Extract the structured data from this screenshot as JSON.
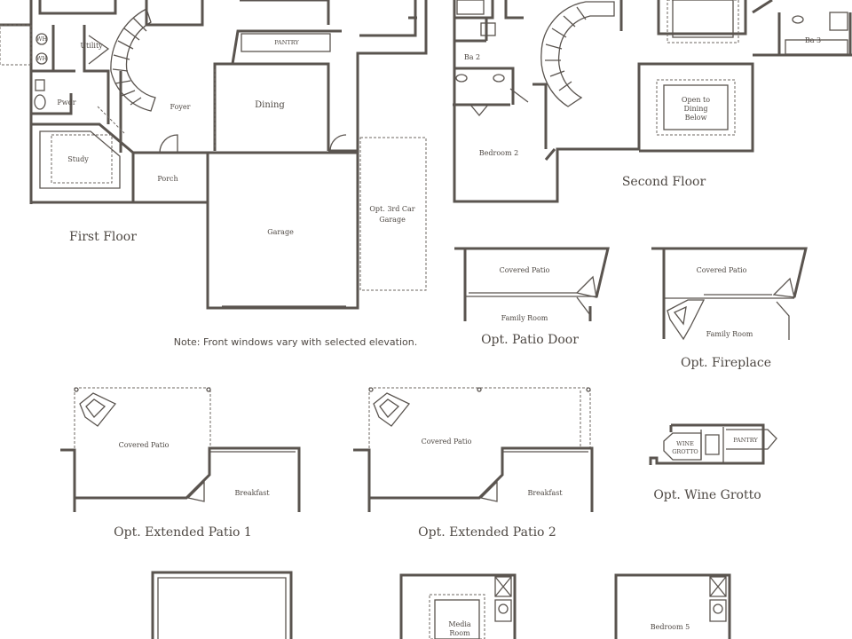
{
  "first_floor": {
    "caption": "First Floor",
    "rooms": {
      "utility": "Utility",
      "wh1": "WH",
      "wh2": "WH",
      "pwdr": "Pwdr",
      "foyer": "Foyer",
      "pantry": "PANTRY",
      "dining": "Dining",
      "study": "Study",
      "porch": "Porch",
      "garage": "Garage",
      "third_car_1": "Opt. 3rd Car",
      "third_car_2": "Garage"
    }
  },
  "second_floor": {
    "caption": "Second Floor",
    "rooms": {
      "ba2": "Ba 2",
      "ba3": "Ba 3",
      "bedroom2": "Bedroom 2",
      "open_1": "Open to",
      "open_2": "Dining",
      "open_3": "Below"
    }
  },
  "note": "Note: Front windows vary with selected elevation.",
  "options": {
    "patio_door": {
      "caption": "Opt. Patio Door",
      "covered_patio": "Covered Patio",
      "family_room": "Family Room"
    },
    "fireplace": {
      "caption": "Opt. Fireplace",
      "covered_patio": "Covered Patio",
      "family_room": "Family Room"
    },
    "extended_patio_1": {
      "caption": "Opt. Extended Patio 1",
      "covered_patio": "Covered Patio",
      "breakfast": "Breakfast"
    },
    "extended_patio_2": {
      "caption": "Opt. Extended Patio 2",
      "covered_patio": "Covered Patio",
      "breakfast": "Breakfast"
    },
    "wine_grotto": {
      "caption": "Opt. Wine Grotto",
      "wine_1": "WINE",
      "wine_2": "GROTTO",
      "pantry": "PANTRY"
    },
    "media_room": {
      "media_1": "Media",
      "media_2": "Room"
    },
    "bedroom5": {
      "label": "Bedroom 5"
    }
  }
}
